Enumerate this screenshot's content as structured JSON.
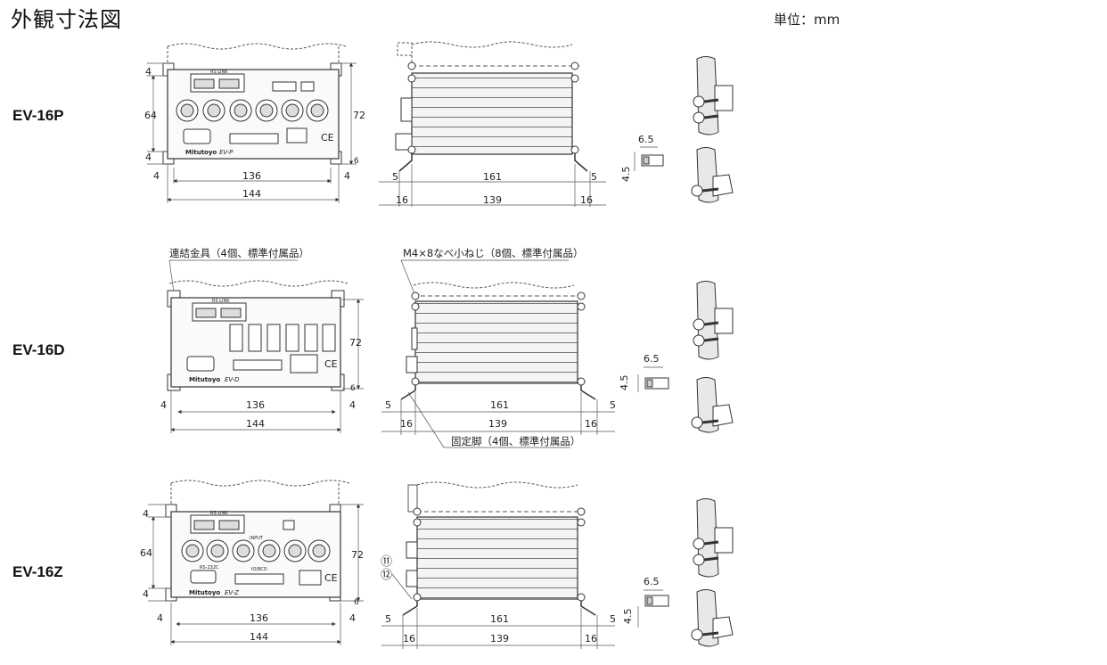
{
  "title": "外観寸法図",
  "unit_label": "単位：mm",
  "models": [
    "EV-16P",
    "EV-16D",
    "EV-16Z"
  ],
  "callouts": {
    "bracket": "連結金具（4個、標準付属品）",
    "screw": "M4×8なべ小ねじ（8個、標準付属品）",
    "foot": "固定脚（4個、標準付属品）"
  },
  "markers": [
    "⑪",
    "⑫"
  ],
  "front_dims": {
    "width_inner": "136",
    "width_total": "144",
    "side": "4",
    "height_total": "72",
    "height_inner": "64",
    "height_side": "4",
    "foot": "6"
  },
  "side_dims": {
    "length": "161",
    "inner": "139",
    "foot": "16",
    "offset": "5"
  },
  "detail_dims": {
    "width": "6.5",
    "height": "4.5"
  },
  "panel_labels": {
    "rs_link": "RS LINK",
    "input": "INPUT",
    "rs232c": "RS-232C",
    "iobcd": "IO/BCD",
    "brand": "Mitutoyo",
    "ev_p": "EV-P",
    "ev_d": "EV-D",
    "ev_z": "EV-Z",
    "ce": "CE"
  }
}
